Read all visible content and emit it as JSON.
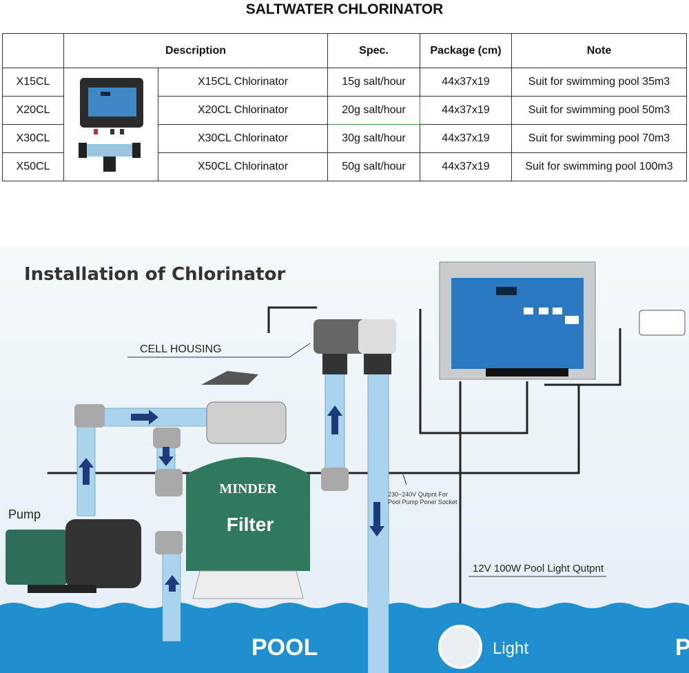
{
  "title": "SALTWATER CHLORINATOR",
  "table": {
    "headers": [
      "",
      "Description",
      "Spec.",
      "Package (cm)",
      "Note"
    ],
    "rows": [
      {
        "model": "X15CL",
        "description": "X15CL Chlorinator",
        "spec": "15g salt/hour",
        "package": "44x37x19",
        "note": "Suit for swimming pool 35m3"
      },
      {
        "model": "X20CL",
        "description": "X20CL Chlorinator",
        "spec": "20g salt/hour",
        "package": "44x37x19",
        "note": "Suit for swimming pool 50m3"
      },
      {
        "model": "X30CL",
        "description": "X30CL Chlorinator",
        "spec": "30g salt/hour",
        "package": "44x37x19",
        "note": "Suit for swimming pool 70m3"
      },
      {
        "model": "X50CL",
        "description": "X50CL  Chlorinator",
        "spec": "50g salt/hour",
        "package": "44x37x19",
        "note": "Suit for swimming pool 100m3"
      }
    ]
  },
  "diagram": {
    "title": "Installation of Chlorinator",
    "cell_housing": "CELL HOUSING",
    "pump": "Pump",
    "filter_brand": "MINDER",
    "filter": "Filter",
    "outlet_line1": "230~240V Qutpnt For",
    "outlet_line2": "Pool Pump Poner Socket",
    "light_outlet": "12V 100W Pool Light Qutpnt",
    "pool": "POOL",
    "light": "Light",
    "pool_partial": "P"
  },
  "colors": {
    "pipe": "#a8d4ee",
    "water": "#1f8fd0",
    "filter": "#2f7a5c",
    "arrow": "#1e3a7a",
    "panel": "#2a78c0"
  }
}
